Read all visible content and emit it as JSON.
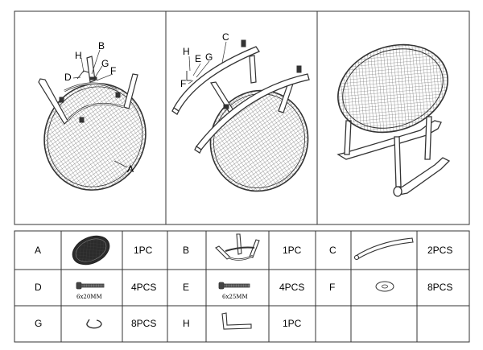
{
  "step1": {
    "callouts": [
      "B",
      "H",
      "G",
      "D",
      "F",
      "A"
    ]
  },
  "step2": {
    "callouts": [
      "C",
      "H",
      "E",
      "G",
      "F"
    ]
  },
  "parts": [
    {
      "letter": "A",
      "qty": "1PC",
      "icon": "mesh-seat-icon"
    },
    {
      "letter": "B",
      "qty": "1PC",
      "icon": "seat-frame-icon"
    },
    {
      "letter": "C",
      "qty": "2PCS",
      "icon": "curved-rocker-leg-icon"
    },
    {
      "letter": "D",
      "qty": "4PCS",
      "icon": "bolt-icon",
      "size": "6x20MM"
    },
    {
      "letter": "E",
      "qty": "4PCS",
      "icon": "bolt-icon",
      "size": "6x25MM"
    },
    {
      "letter": "F",
      "qty": "8PCS",
      "icon": "flat-washer-icon"
    },
    {
      "letter": "G",
      "qty": "8PCS",
      "icon": "spring-washer-icon"
    },
    {
      "letter": "H",
      "qty": "1PC",
      "icon": "allen-key-icon"
    }
  ],
  "colors": {
    "line": "#333333",
    "mesh": "#555555",
    "seat-dark": "#2b2b2b"
  }
}
